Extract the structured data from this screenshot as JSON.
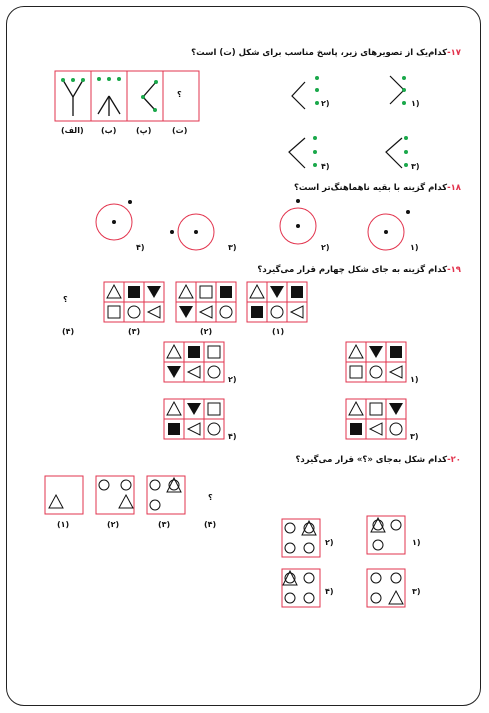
{
  "q17": {
    "number": "۱۷-",
    "text": "کدام‌یک از تصویرهای زیر، پاسخ مناسب برای شکل (ت) است؟",
    "frame_labels": [
      "(الف)",
      "(ب)",
      "(پ)",
      "(ت)"
    ],
    "question_mark": "؟",
    "options": [
      "۱)",
      "۲)",
      "۳)",
      "۴)"
    ]
  },
  "q18": {
    "number": "۱۸-",
    "text": "کدام گزینه با بقیه ناهماهنگ‌تر است؟",
    "options": [
      "۱)",
      "۲)",
      "۳)",
      "۴)"
    ]
  },
  "q19": {
    "number": "۱۹-",
    "text": "کدام گزینه به جای شکل چهارم قرار می‌گیرد؟",
    "frame_labels": [
      "(۱)",
      "(۲)",
      "(۳)",
      "(۴)"
    ],
    "question_mark": "؟",
    "options": [
      "۱)",
      "۲)",
      "۳)",
      "۴)"
    ]
  },
  "q20": {
    "number": "۲۰-",
    "text": "کدام شکل به‌جای «؟» قرار می‌گیرد؟",
    "frame_labels": [
      "(۱)",
      "(۲)",
      "(۳)",
      "(۴)"
    ],
    "question_mark": "؟",
    "options": [
      "۱)",
      "۲)",
      "۳)",
      "۴)"
    ]
  },
  "colors": {
    "accent": "#e2334d",
    "dot": "#1aa84b",
    "ink": "#111111"
  }
}
